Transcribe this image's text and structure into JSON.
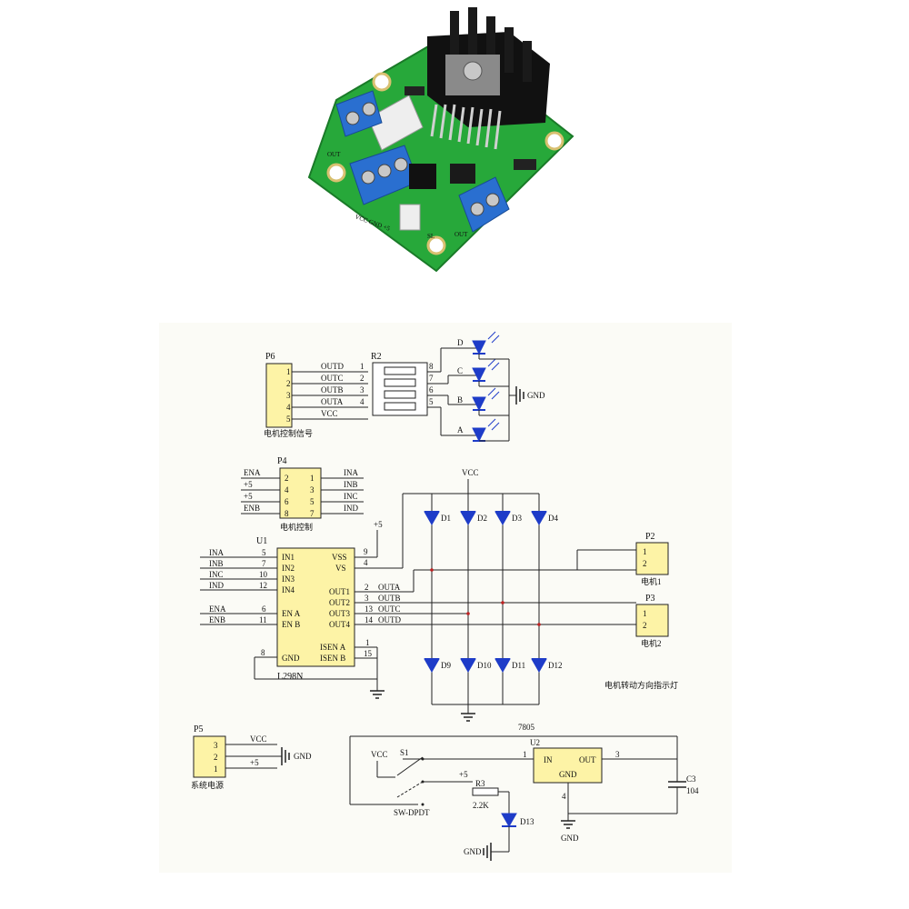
{
  "photo": {
    "labels": {
      "out_left": "OUT",
      "power": "VCC GND +5",
      "out_right": "OUT",
      "switch": "SL"
    }
  },
  "schematic": {
    "p6": {
      "ref": "P6",
      "pins": [
        "1",
        "2",
        "3",
        "4",
        "5"
      ],
      "signals": [
        "OUTD",
        "OUTC",
        "OUTB",
        "OUTA",
        "VCC"
      ],
      "caption": "电机控制信号"
    },
    "r2": {
      "ref": "R2",
      "left_pins": [
        "1",
        "2",
        "3",
        "4"
      ],
      "right_pins": [
        "8",
        "7",
        "6",
        "5"
      ]
    },
    "leds": {
      "labels": [
        "D",
        "C",
        "B",
        "A"
      ],
      "gnd": "GND"
    },
    "p4": {
      "ref": "P4",
      "left_signals": [
        "ENA",
        "+5",
        "+5",
        "ENB"
      ],
      "left_pins": [
        "2",
        "4",
        "6",
        "8"
      ],
      "right_pins": [
        "1",
        "3",
        "5",
        "7"
      ],
      "right_signals": [
        "INA",
        "INB",
        "INC",
        "IND"
      ],
      "caption": "电机控制"
    },
    "u1": {
      "ref": "U1",
      "name": "L298N",
      "in_signals": [
        "INA",
        "INB",
        "INC",
        "IND"
      ],
      "in_pins": [
        "5",
        "7",
        "10",
        "12"
      ],
      "in_names": [
        "IN1",
        "IN2",
        "IN3",
        "IN4"
      ],
      "en_signals": [
        "ENA",
        "ENB"
      ],
      "en_pins": [
        "6",
        "11"
      ],
      "en_names": [
        "EN A",
        "EN B"
      ],
      "gnd_pin": "8",
      "gnd_name": "GND",
      "vss": "VSS",
      "vs": "VS",
      "vss_pin": "9",
      "vs_pin": "4",
      "out_names": [
        "OUT1",
        "OUT2",
        "OUT3",
        "OUT4"
      ],
      "out_pins": [
        "2",
        "3",
        "13",
        "14"
      ],
      "out_signals": [
        "OUTA",
        "OUTB",
        "OUTC",
        "OUTD"
      ],
      "isen": [
        "ISEN A",
        "ISEN B"
      ],
      "isen_pins": [
        "1",
        "15"
      ],
      "plus5": "+5"
    },
    "diodes": {
      "vcc": "VCC",
      "top": [
        "D1",
        "D2",
        "D3",
        "D4"
      ],
      "bottom": [
        "D9",
        "D10",
        "D11",
        "D12"
      ],
      "caption": "电机转动方向指示灯"
    },
    "p2": {
      "ref": "P2",
      "pins": [
        "1",
        "2"
      ],
      "caption": "电机1"
    },
    "p3": {
      "ref": "P3",
      "pins": [
        "1",
        "2"
      ],
      "caption": "电机2"
    },
    "p5": {
      "ref": "P5",
      "pins": [
        "3",
        "2",
        "1"
      ],
      "vcc": "VCC",
      "plus5": "+5",
      "gnd": "GND",
      "caption": "系统电源"
    },
    "power": {
      "s1": "S1",
      "vcc": "VCC",
      "switch_name": "SW-DPDT",
      "plus5": "+5",
      "r3": "R3",
      "r3_val": "2.2K",
      "d13": "D13",
      "gnd": "GND",
      "reg_title": "7805",
      "u2": "U2",
      "in": "IN",
      "out": "OUT",
      "gnd_pin_name": "GND",
      "pin1": "1",
      "pin3": "3",
      "pin4": "4",
      "gnd2": "GND",
      "c3": "C3",
      "c3_val": "104"
    }
  }
}
